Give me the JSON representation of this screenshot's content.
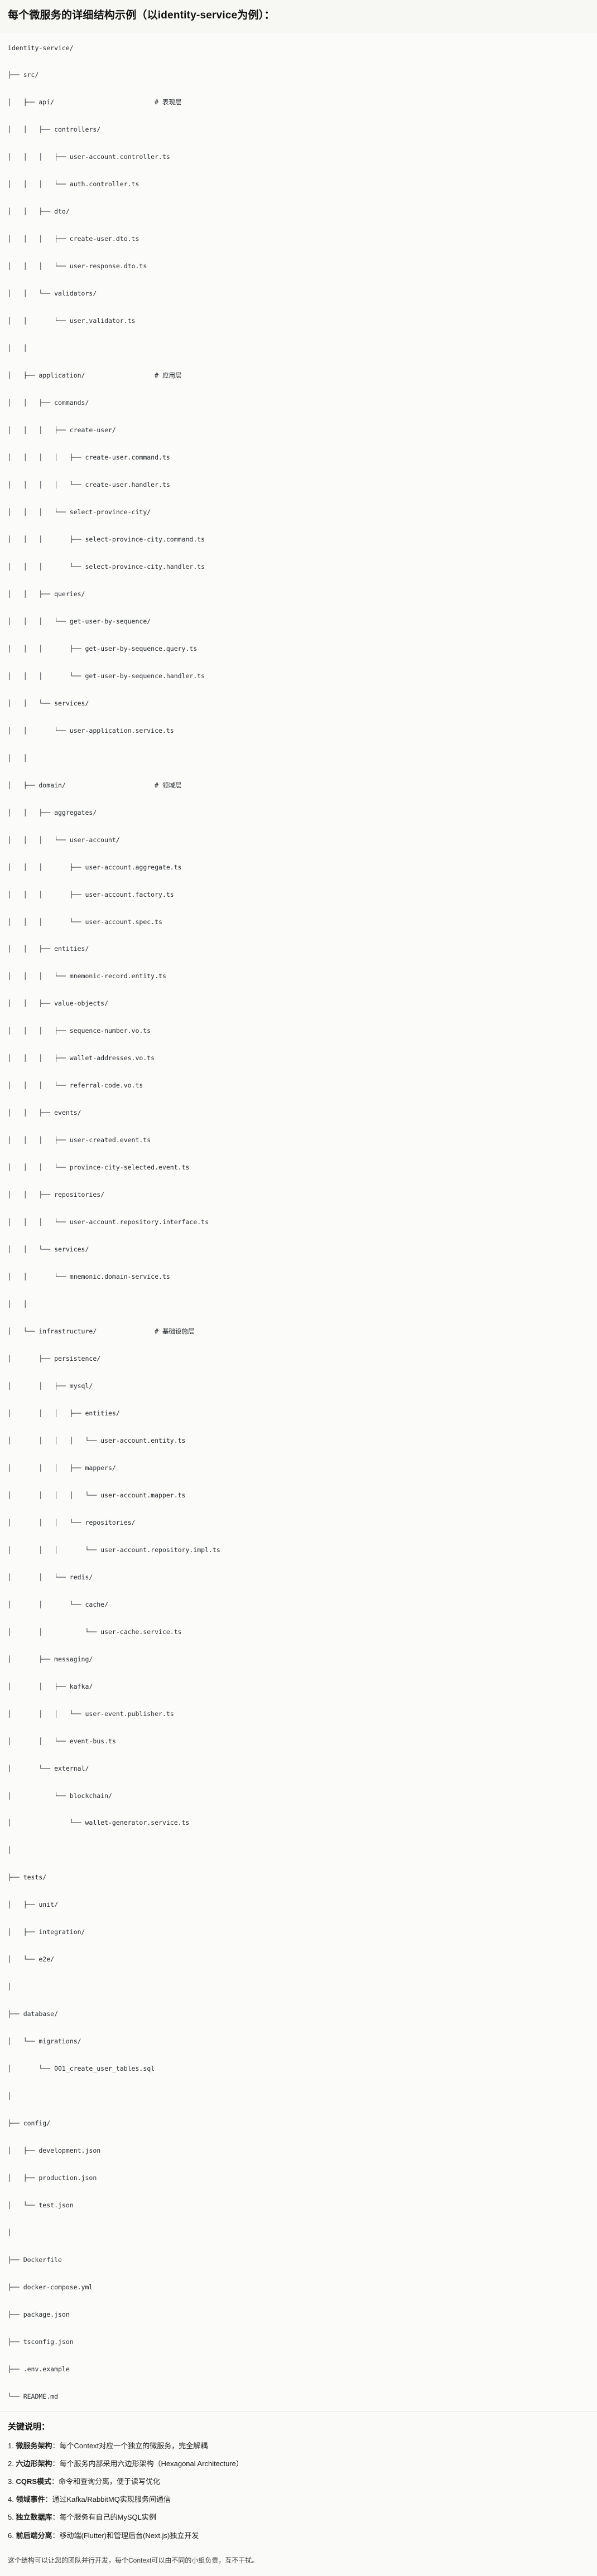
{
  "heading": "每个微服务的详细结构示例（以identity-service为例）：",
  "tree": {
    "language": "text",
    "lines": [
      "identity-service/",
      "├── src/",
      "│   ├── api/                          # 表现层",
      "│   │   ├── controllers/",
      "│   │   │   ├── user-account.controller.ts",
      "│   │   │   └── auth.controller.ts",
      "│   │   ├── dto/",
      "│   │   │   ├── create-user.dto.ts",
      "│   │   │   └── user-response.dto.ts",
      "│   │   └── validators/",
      "│   │       └── user.validator.ts",
      "│   │",
      "│   ├── application/                  # 应用层",
      "│   │   ├── commands/",
      "│   │   │   ├── create-user/",
      "│   │   │   │   ├── create-user.command.ts",
      "│   │   │   │   └── create-user.handler.ts",
      "│   │   │   └── select-province-city/",
      "│   │   │       ├── select-province-city.command.ts",
      "│   │   │       └── select-province-city.handler.ts",
      "│   │   ├── queries/",
      "│   │   │   └── get-user-by-sequence/",
      "│   │   │       ├── get-user-by-sequence.query.ts",
      "│   │   │       └── get-user-by-sequence.handler.ts",
      "│   │   └── services/",
      "│   │       └── user-application.service.ts",
      "│   │",
      "│   ├── domain/                       # 领域层",
      "│   │   ├── aggregates/",
      "│   │   │   └── user-account/",
      "│   │   │       ├── user-account.aggregate.ts",
      "│   │   │       ├── user-account.factory.ts",
      "│   │   │       └── user-account.spec.ts",
      "│   │   ├── entities/",
      "│   │   │   └── mnemonic-record.entity.ts",
      "│   │   ├── value-objects/",
      "│   │   │   ├── sequence-number.vo.ts",
      "│   │   │   ├── wallet-addresses.vo.ts",
      "│   │   │   └── referral-code.vo.ts",
      "│   │   ├── events/",
      "│   │   │   ├── user-created.event.ts",
      "│   │   │   └── province-city-selected.event.ts",
      "│   │   ├── repositories/",
      "│   │   │   └── user-account.repository.interface.ts",
      "│   │   └── services/",
      "│   │       └── mnemonic.domain-service.ts",
      "│   │",
      "│   └── infrastructure/               # 基础设施层",
      "│       ├── persistence/",
      "│       │   ├── mysql/",
      "│       │   │   ├── entities/",
      "│       │   │   │   └── user-account.entity.ts",
      "│       │   │   ├── mappers/",
      "│       │   │   │   └── user-account.mapper.ts",
      "│       │   │   └── repositories/",
      "│       │   │       └── user-account.repository.impl.ts",
      "│       │   └── redis/",
      "│       │       └── cache/",
      "│       │           └── user-cache.service.ts",
      "│       ├── messaging/",
      "│       │   ├── kafka/",
      "│       │   │   └── user-event.publisher.ts",
      "│       │   └── event-bus.ts",
      "│       └── external/",
      "│           └── blockchain/",
      "│               └── wallet-generator.service.ts",
      "│",
      "├── tests/",
      "│   ├── unit/",
      "│   ├── integration/",
      "│   └── e2e/",
      "│",
      "├── database/",
      "│   └── migrations/",
      "│       └── 001_create_user_tables.sql",
      "│",
      "├── config/",
      "│   ├── development.json",
      "│   ├── production.json",
      "│   └── test.json",
      "│",
      "├── Dockerfile",
      "├── docker-compose.yml",
      "├── package.json",
      "├── tsconfig.json",
      "├── .env.example",
      "└── README.md"
    ]
  },
  "notes": {
    "title": "关键说明：",
    "items": [
      {
        "index": "1.",
        "label": "微服务架构",
        "text": "：每个Context对应一个独立的微服务，完全解耦"
      },
      {
        "index": "2.",
        "label": "六边形架构",
        "text": "：每个服务内部采用六边形架构（Hexagonal Architecture）"
      },
      {
        "index": "3.",
        "label": "CQRS模式",
        "text": "：命令和查询分离，便于读写优化"
      },
      {
        "index": "4.",
        "label": "领域事件",
        "text": "：通过Kafka/RabbitMQ实现服务间通信"
      },
      {
        "index": "5.",
        "label": "独立数据库",
        "text": "：每个服务有自己的MySQL实例"
      },
      {
        "index": "6.",
        "label": "前后端分离",
        "text": "：移动端(Flutter)和管理后台(Next.js)独立开发"
      }
    ]
  },
  "footer": "这个结构可以让您的团队并行开发，每个Context可以由不同的小组负责，互不干扰。"
}
